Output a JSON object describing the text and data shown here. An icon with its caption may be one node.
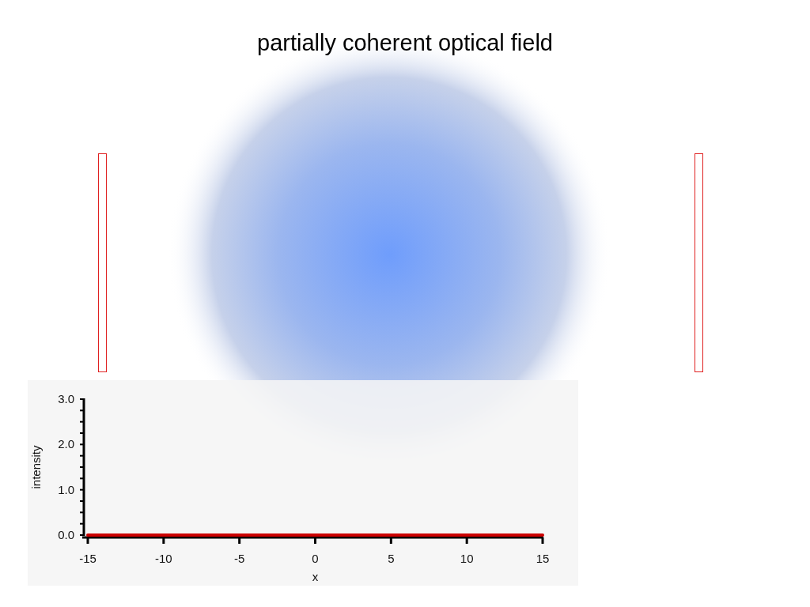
{
  "diagram": {
    "title": "partially coherent optical field",
    "chart_data": {
      "type": "line",
      "xlabel": "x",
      "ylabel": "intensity",
      "x": [
        -15,
        15
      ],
      "series": [
        {
          "color": "#cc0000",
          "values": [
            0,
            0
          ]
        }
      ],
      "xlim": [
        -15,
        15
      ],
      "ylim": [
        0,
        3
      ],
      "xticks": [
        -15,
        -10,
        -5,
        0,
        5,
        10,
        15
      ],
      "yticks": [
        {
          "value": 0,
          "label": "0.0"
        },
        {
          "value": 1,
          "label": "1.0"
        },
        {
          "value": 2,
          "label": "2.0"
        },
        {
          "value": 3,
          "label": "3.0"
        }
      ]
    }
  }
}
